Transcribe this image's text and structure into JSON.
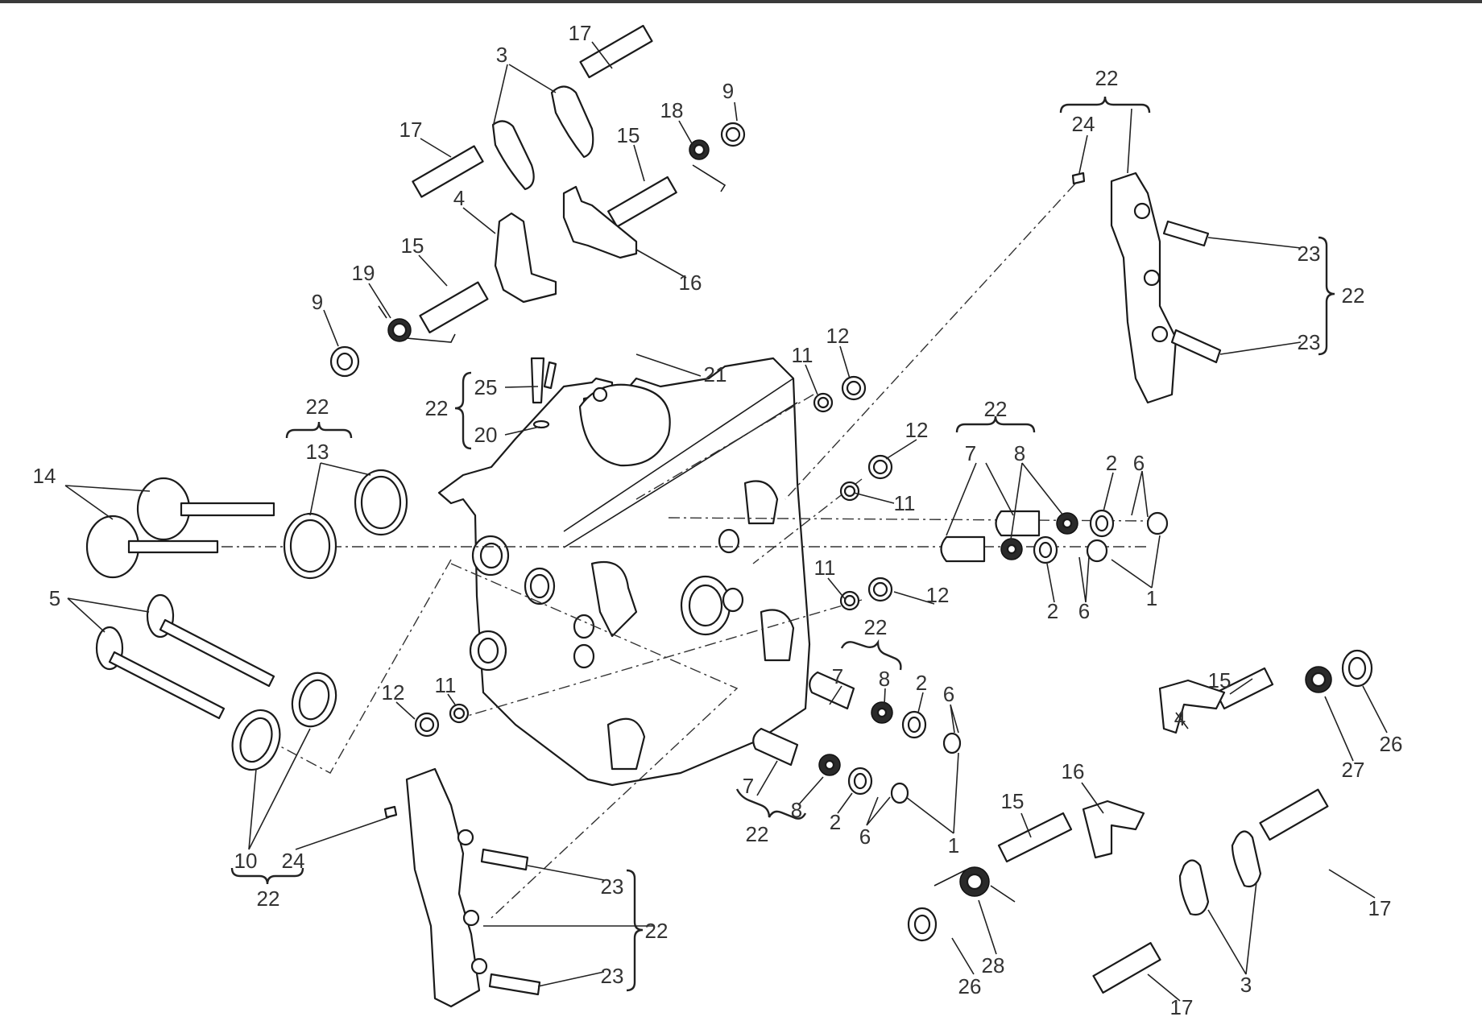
{
  "diagram": {
    "type": "exploded-parts-view",
    "callouts": [
      {
        "id": "c01",
        "label": "17",
        "part": "pin"
      },
      {
        "id": "c02",
        "label": "3",
        "part": "rocker-arm"
      },
      {
        "id": "c03",
        "label": "17",
        "part": "pin"
      },
      {
        "id": "c04",
        "label": "9",
        "part": "bushing"
      },
      {
        "id": "c05",
        "label": "18",
        "part": "spring"
      },
      {
        "id": "c06",
        "label": "15",
        "part": "shaft"
      },
      {
        "id": "c07",
        "label": "4",
        "part": "rocker-arm"
      },
      {
        "id": "c08",
        "label": "16",
        "part": "rocker-arm"
      },
      {
        "id": "c09",
        "label": "15",
        "part": "shaft"
      },
      {
        "id": "c10",
        "label": "19",
        "part": "spring"
      },
      {
        "id": "c11",
        "label": "9",
        "part": "bushing"
      },
      {
        "id": "c12",
        "label": "21",
        "part": "stud"
      },
      {
        "id": "c13",
        "label": "25",
        "part": "fitting"
      },
      {
        "id": "c14",
        "label": "22",
        "part": "kit"
      },
      {
        "id": "c15",
        "label": "20",
        "part": "washer"
      },
      {
        "id": "c16",
        "label": "12",
        "part": "plug"
      },
      {
        "id": "c17",
        "label": "11",
        "part": "gasket"
      },
      {
        "id": "c18",
        "label": "22",
        "part": "kit"
      },
      {
        "id": "c19",
        "label": "13",
        "part": "valve-seat"
      },
      {
        "id": "c20",
        "label": "14",
        "part": "valve"
      },
      {
        "id": "c21",
        "label": "5",
        "part": "valve"
      },
      {
        "id": "c22",
        "label": "12",
        "part": "plug"
      },
      {
        "id": "c23",
        "label": "11",
        "part": "gasket"
      },
      {
        "id": "c24",
        "label": "22",
        "part": "kit"
      },
      {
        "id": "c25",
        "label": "7",
        "part": "valve-guide"
      },
      {
        "id": "c26",
        "label": "8",
        "part": "seal"
      },
      {
        "id": "c27",
        "label": "2",
        "part": "retainer"
      },
      {
        "id": "c28",
        "label": "6",
        "part": "collet"
      },
      {
        "id": "c29",
        "label": "2",
        "part": "retainer"
      },
      {
        "id": "c30",
        "label": "6",
        "part": "collet"
      },
      {
        "id": "c31",
        "label": "1",
        "part": "cap"
      },
      {
        "id": "c32",
        "label": "11",
        "part": "gasket"
      },
      {
        "id": "c33",
        "label": "12",
        "part": "plug"
      },
      {
        "id": "c34",
        "label": "22",
        "part": "kit"
      },
      {
        "id": "c35",
        "label": "7",
        "part": "valve-guide"
      },
      {
        "id": "c36",
        "label": "8",
        "part": "seal"
      },
      {
        "id": "c37",
        "label": "2",
        "part": "retainer"
      },
      {
        "id": "c38",
        "label": "6",
        "part": "collet"
      },
      {
        "id": "c39",
        "label": "7",
        "part": "valve-guide"
      },
      {
        "id": "c40",
        "label": "8",
        "part": "seal"
      },
      {
        "id": "c41",
        "label": "22",
        "part": "kit"
      },
      {
        "id": "c42",
        "label": "2",
        "part": "retainer"
      },
      {
        "id": "c43",
        "label": "6",
        "part": "collet"
      },
      {
        "id": "c44",
        "label": "1",
        "part": "cap"
      },
      {
        "id": "c45",
        "label": "12",
        "part": "plug"
      },
      {
        "id": "c46",
        "label": "11",
        "part": "gasket"
      },
      {
        "id": "c47",
        "label": "10",
        "part": "valve-seat"
      },
      {
        "id": "c48",
        "label": "24",
        "part": "dowel"
      },
      {
        "id": "c49",
        "label": "22",
        "part": "kit"
      },
      {
        "id": "c50",
        "label": "22",
        "part": "kit"
      },
      {
        "id": "c51",
        "label": "24",
        "part": "dowel"
      },
      {
        "id": "c52",
        "label": "23",
        "part": "bolt"
      },
      {
        "id": "c53",
        "label": "22",
        "part": "kit"
      },
      {
        "id": "c54",
        "label": "23",
        "part": "bolt"
      },
      {
        "id": "c55",
        "label": "23",
        "part": "bolt"
      },
      {
        "id": "c56",
        "label": "22",
        "part": "kit"
      },
      {
        "id": "c57",
        "label": "23",
        "part": "bolt"
      },
      {
        "id": "c58",
        "label": "15",
        "part": "shaft"
      },
      {
        "id": "c59",
        "label": "4",
        "part": "rocker-arm"
      },
      {
        "id": "c60",
        "label": "26",
        "part": "bushing"
      },
      {
        "id": "c61",
        "label": "27",
        "part": "spring"
      },
      {
        "id": "c62",
        "label": "16",
        "part": "rocker-arm"
      },
      {
        "id": "c63",
        "label": "15",
        "part": "shaft"
      },
      {
        "id": "c64",
        "label": "17",
        "part": "pin"
      },
      {
        "id": "c65",
        "label": "28",
        "part": "spring"
      },
      {
        "id": "c66",
        "label": "26",
        "part": "bushing"
      },
      {
        "id": "c67",
        "label": "3",
        "part": "rocker-arm"
      },
      {
        "id": "c68",
        "label": "17",
        "part": "pin"
      }
    ],
    "colors": {
      "line": "#1a1a1a",
      "text": "#333333",
      "background": "#ffffff",
      "top_rule": "#3a3a3a"
    }
  }
}
